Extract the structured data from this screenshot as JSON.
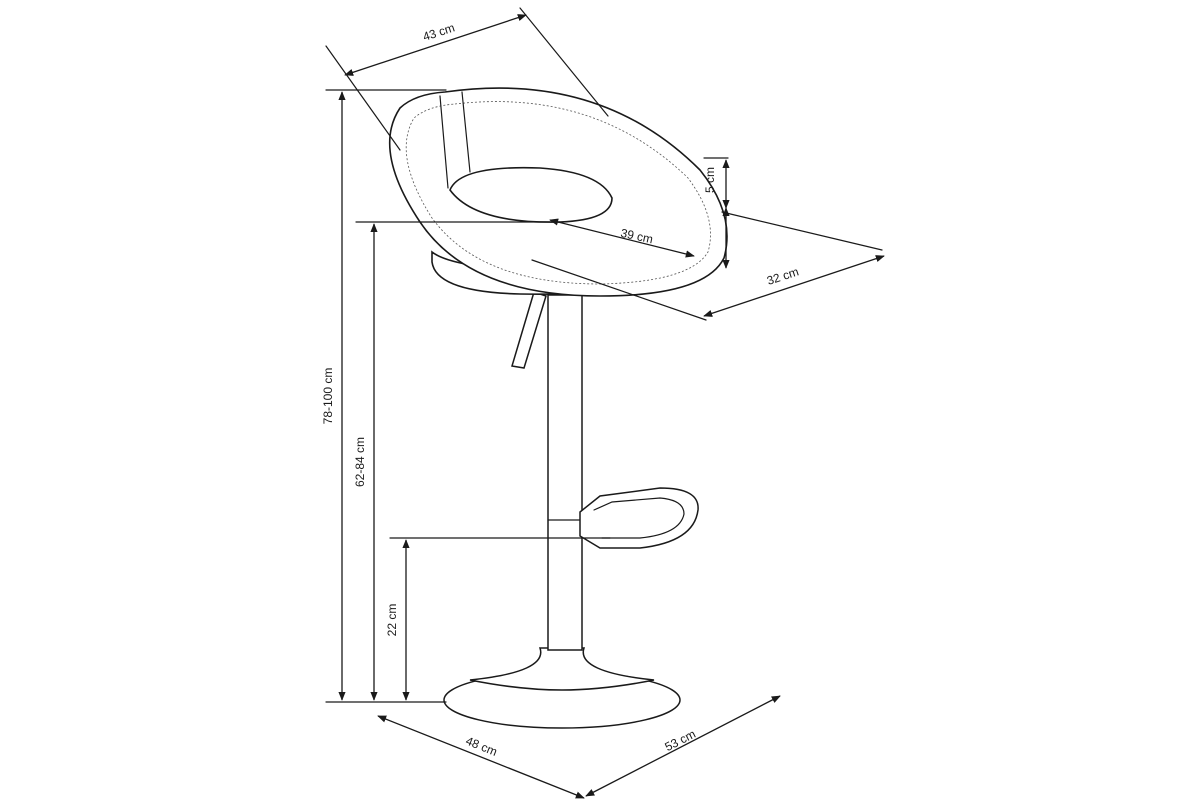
{
  "dimensions": {
    "top_width": "43 cm",
    "backrest_thickness": "5 cm",
    "seat_width": "39 cm",
    "seat_depth": "32 cm",
    "total_height": "78-100 cm",
    "seat_height": "62-84 cm",
    "footrest_height": "22 cm",
    "base_width": "48 cm",
    "base_depth": "53 cm"
  },
  "colors": {
    "line": "#1a1a1a",
    "background": "#ffffff"
  }
}
